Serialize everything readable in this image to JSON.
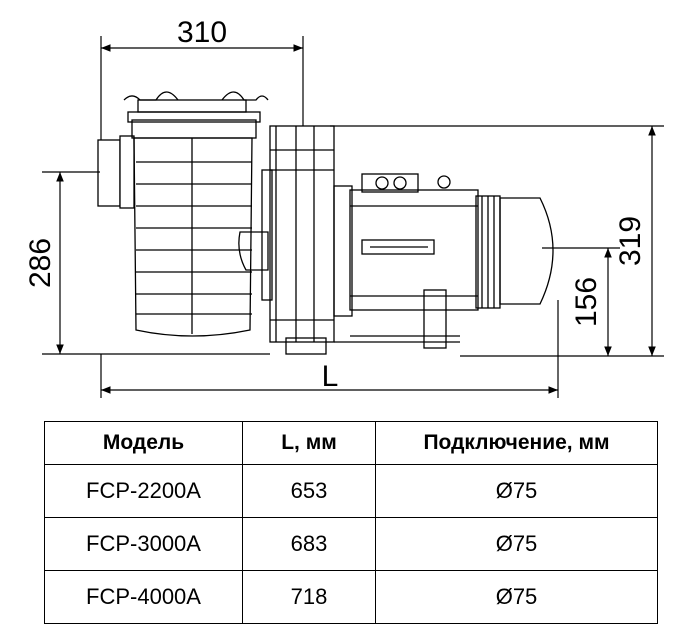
{
  "dimensions": {
    "width_top": "310",
    "height_left": "286",
    "height_right": "319",
    "shaft_height": "156",
    "length": "L"
  },
  "table": {
    "headers": [
      "Модель",
      "L, мм",
      "Подключение, мм"
    ],
    "rows": [
      [
        "FCP-2200A",
        "653",
        "Ø75"
      ],
      [
        "FCP-3000A",
        "683",
        "Ø75"
      ],
      [
        "FCP-4000A",
        "718",
        "Ø75"
      ]
    ]
  }
}
